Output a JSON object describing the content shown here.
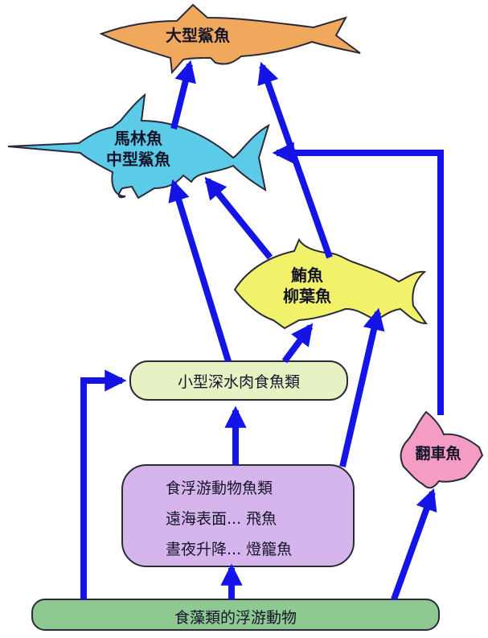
{
  "organisms": {
    "large_shark": "大型鯊魚",
    "marlin": "馬林魚",
    "mid_shark": "中型鯊魚",
    "tuna": "鮪魚",
    "saury": "柳葉魚",
    "sunfish": "翻車魚"
  },
  "boxes": {
    "deep_sea": "小型深水肉食魚類",
    "plankton_fish_title": "食浮游動物魚類",
    "plankton_fish_line1": "遠海表面... 飛魚",
    "plankton_fish_line2": "晝夜升降... 燈籠魚",
    "zooplankton": "食藻類的浮游動物"
  },
  "colors": {
    "arrow": "#1414e6",
    "shark": "#f0a95c",
    "marlin": "#5ccbe8",
    "tuna": "#f2f26a",
    "sunfish": "#f59cc4",
    "deep_box": "#e6f2c4",
    "plankton_box": "#d6b4ec",
    "zoo_box": "#8ec992"
  }
}
